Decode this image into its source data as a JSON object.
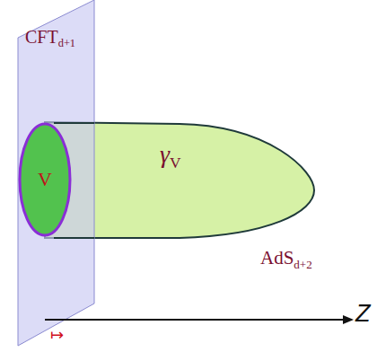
{
  "diagram": {
    "nodes": [
      {
        "text": [
          "CFT",
          "d+1"
        ]
      },
      {
        "text": [
          "V"
        ],
        "in": 0
      },
      {
        "text": [
          "γ",
          "V"
        ]
      }
    ],
    "labels": [
      "AdS",
      "d+2",
      "Z",
      "↦"
    ]
  }
}
